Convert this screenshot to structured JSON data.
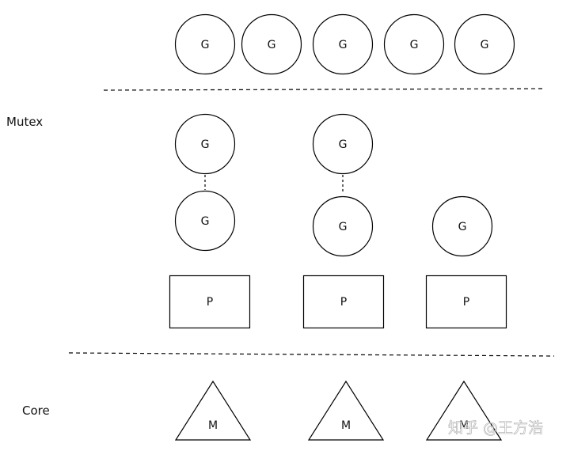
{
  "labels": {
    "mutex": "Mutex",
    "core": "Core"
  },
  "goroutine_label": "G",
  "processor_label": "P",
  "machine_label": "M",
  "watermark": "知乎 @王方浩",
  "colors": {
    "stroke": "#000000",
    "text": "#111111",
    "background": "#ffffff"
  }
}
